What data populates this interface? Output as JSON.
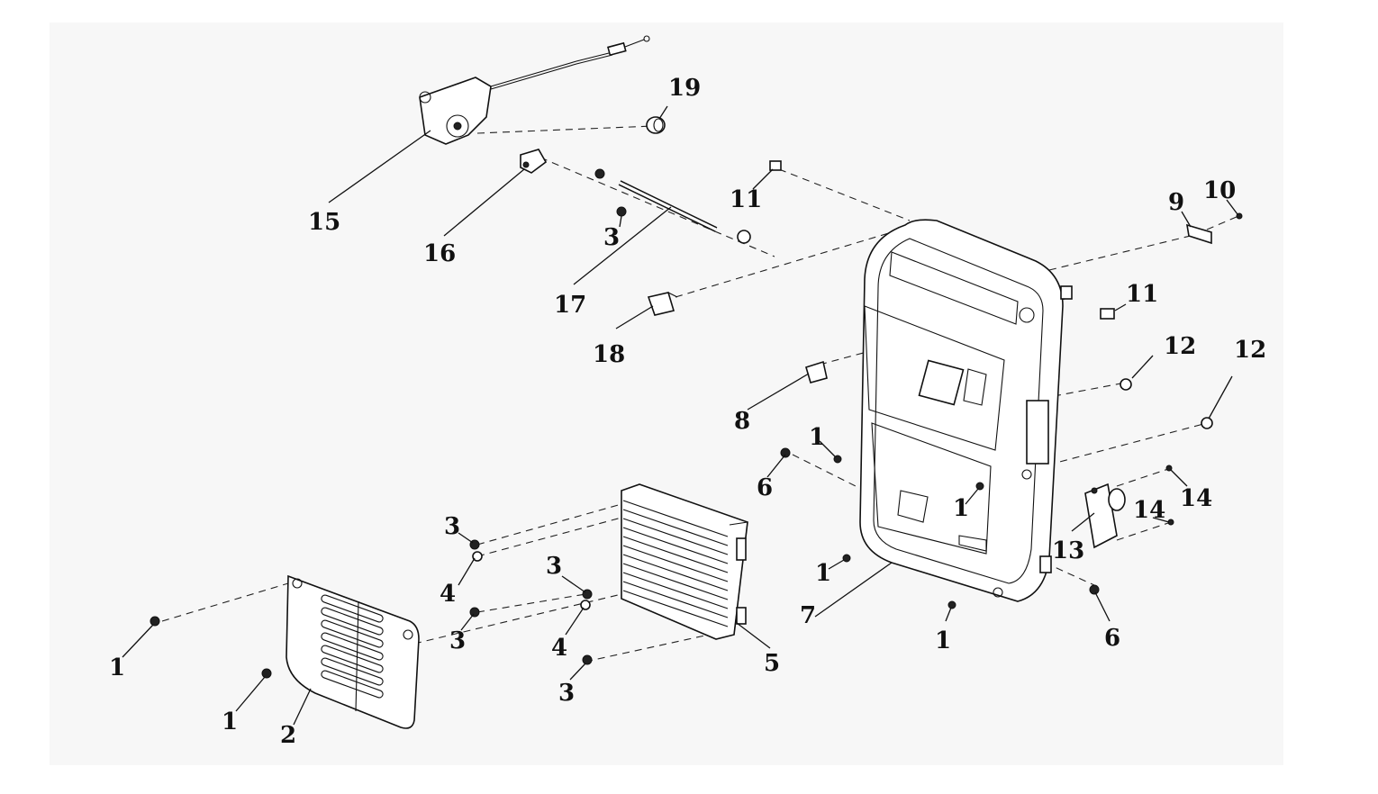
{
  "callouts": [
    "1",
    "1",
    "1",
    "1",
    "1",
    "1",
    "2",
    "3",
    "3",
    "3",
    "3",
    "3",
    "4",
    "4",
    "5",
    "6",
    "6",
    "7",
    "8",
    "9",
    "10",
    "11",
    "11",
    "12",
    "12",
    "13",
    "14",
    "14",
    "15",
    "16",
    "17",
    "18",
    "19"
  ]
}
